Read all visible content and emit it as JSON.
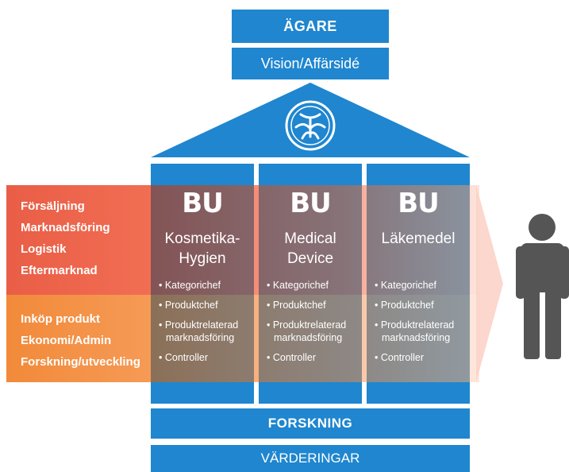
{
  "top": {
    "owner": "ÄGARE",
    "vision": "Vision/Affärsidé"
  },
  "left_list_top": [
    "Försäljning",
    "Marknadsföring",
    "Logistik",
    "Eftermarknad"
  ],
  "left_list_bottom": [
    "Inköp produkt",
    "Ekonomi/Admin",
    "Forskning/utveckling"
  ],
  "columns": [
    {
      "bu": "BU",
      "name_line1": "Kosmetika-",
      "name_line2": "Hygien",
      "bullets": [
        "• Kategorichef",
        "• Produktchef",
        "• Produktrelaterad",
        "marknadsföring",
        "• Controller"
      ]
    },
    {
      "bu": "BU",
      "name_line1": "Medical",
      "name_line2": "Device",
      "bullets": [
        "• Kategorichef",
        "• Produktchef",
        "• Produktrelaterad",
        "marknadsföring",
        "• Controller"
      ]
    },
    {
      "bu": "BU",
      "name_line1": "Läkemedel",
      "name_line2": "",
      "bullets": [
        "• Kategorichef",
        "• Produktchef",
        "• Produktrelaterad",
        "marknadsföring",
        "• Controller"
      ]
    }
  ],
  "base": {
    "research": "FORSKNING",
    "values": "VÄRDERINGAR"
  },
  "colors": {
    "blue": "#1f86cf",
    "orange_top": "#e8553c",
    "orange_bottom": "#f28a3a",
    "person": "#555555"
  },
  "icons": [
    "logo-emblem-icon",
    "person-icon"
  ]
}
